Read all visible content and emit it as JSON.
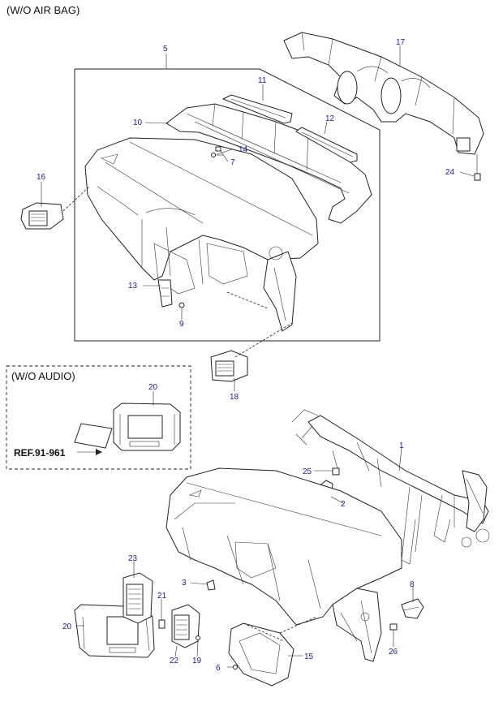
{
  "headings": {
    "main": "(W/O AIR BAG)",
    "sub": "(W/O AUDIO)"
  },
  "reference": "REF.91-961",
  "callouts": {
    "c1": "1",
    "c2": "2",
    "c3": "3",
    "c5": "5",
    "c6": "6",
    "c7": "7",
    "c8": "8",
    "c9": "9",
    "c10": "10",
    "c11": "11",
    "c12": "12",
    "c13": "13",
    "c14": "14",
    "c15": "15",
    "c16": "16",
    "c17": "17",
    "c18": "18",
    "c19": "19",
    "c20a": "20",
    "c20b": "20",
    "c21": "21",
    "c22": "22",
    "c23": "23",
    "c24": "24",
    "c25": "25",
    "c26": "26"
  }
}
